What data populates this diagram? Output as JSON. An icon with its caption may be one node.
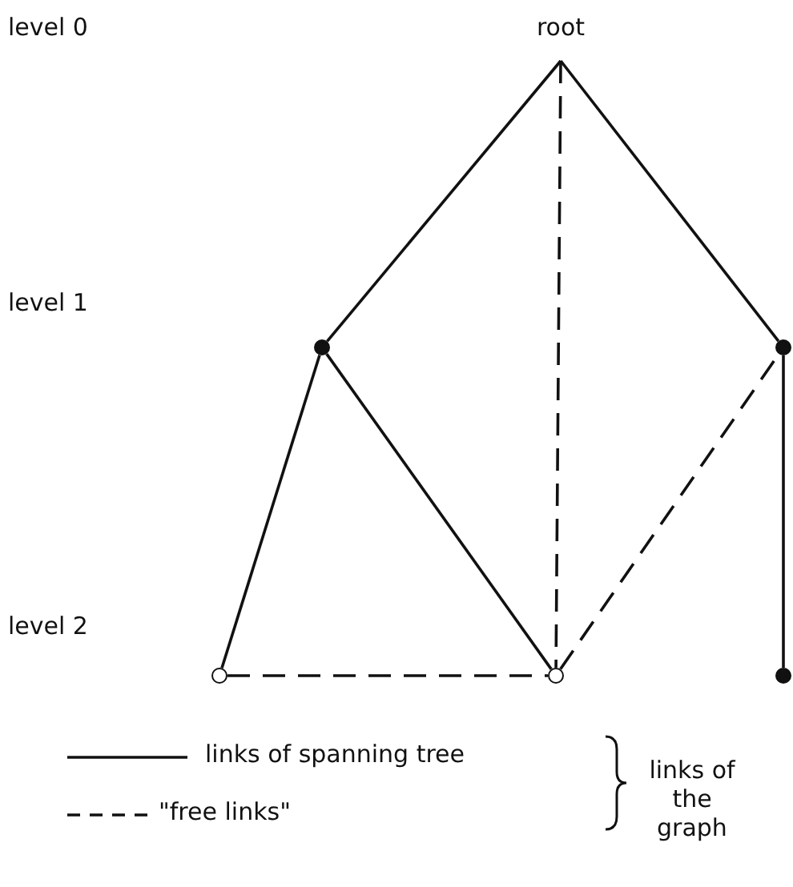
{
  "diagram": {
    "nodes": [
      {
        "text": [
          "root"
        ]
      },
      {
        "text": [],
        "shape": "circle"
      },
      {
        "text": [],
        "shape": "circle"
      },
      {
        "text": [],
        "shape": "circle"
      },
      {
        "text": [],
        "shape": "circle"
      },
      {
        "text": [],
        "shape": "circle"
      }
    ],
    "edges": [
      {
        "from": 0,
        "to": 1,
        "arrow": "none"
      },
      {
        "from": 0,
        "to": 2,
        "arrow": "none"
      },
      {
        "from": 0,
        "to": 4,
        "arrow": "none",
        "style": "dashed"
      },
      {
        "from": 1,
        "to": 3,
        "arrow": "none"
      },
      {
        "from": 1,
        "to": 4,
        "arrow": "none"
      },
      {
        "from": 3,
        "to": 4,
        "arrow": "none",
        "style": "dashed"
      },
      {
        "from": 4,
        "to": 2,
        "arrow": "none",
        "style": "dashed"
      },
      {
        "from": 2,
        "to": 5,
        "arrow": "none"
      }
    ],
    "labels": [
      "level 0",
      "level 1",
      "level 2",
      "links of the graph"
    ],
    "legend": [
      {
        "text": "links of spanning tree"
      },
      {
        "text": "\"free links\""
      }
    ]
  }
}
